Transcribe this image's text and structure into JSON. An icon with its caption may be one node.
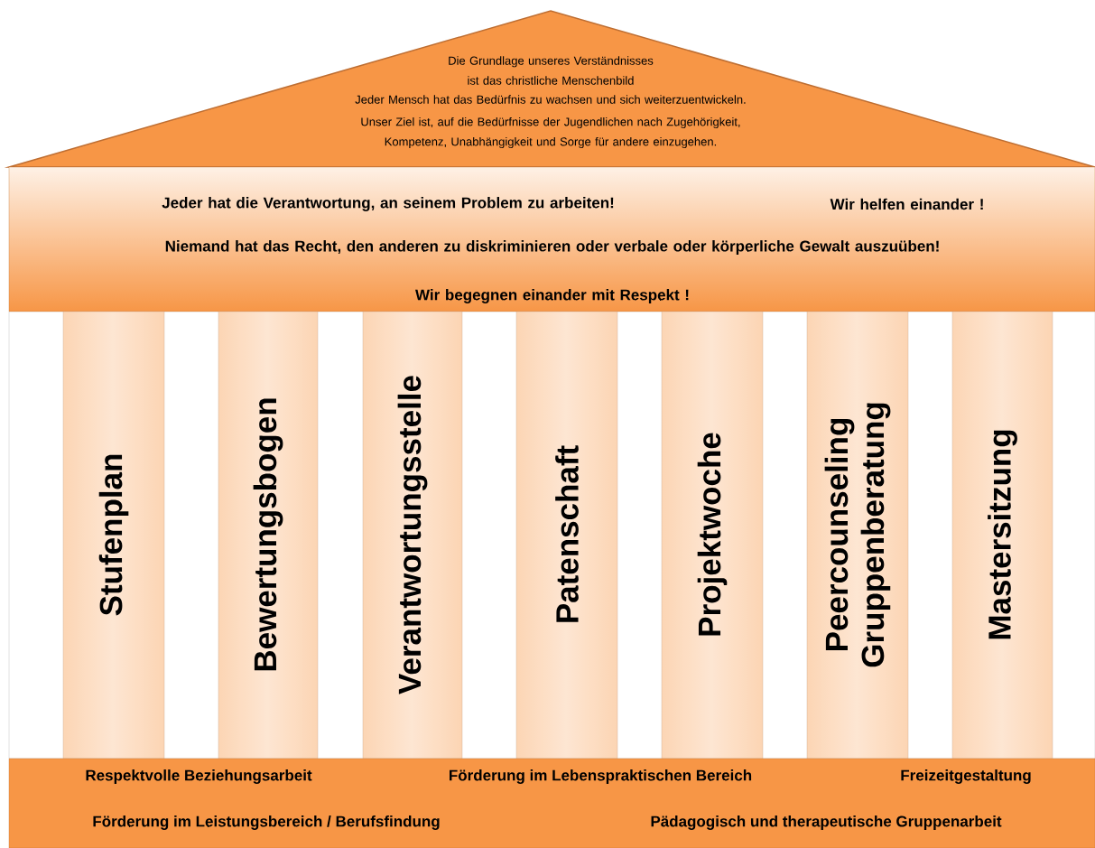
{
  "diagram": {
    "nodes": [
      {
        "text": [
          "Die Grundlage unseres Verständnisses ist das christliche Menschenbild",
          "Jeder Mensch hat das Bedürfnis zu wachsen und sich weiterzuentwickeln.",
          "Unser Ziel ist, auf die Bedürfnisse der Jugendlichen nach Zugehörigkeit, Kompetenz, Unabhängigkeit und Sorge für andere einzugehen."
        ]
      },
      {
        "text": [
          "Jeder hat die Verantwortung, an seinem Problem zu arbeiten!",
          "Wir helfen einander !",
          "Niemand hat das Recht, den anderen zu diskriminieren oder verbale oder körperliche Gewalt auszuüben!",
          "Wir begegnen einander mit Respekt !"
        ]
      },
      {
        "text": [
          "Stufenplan"
        ]
      },
      {
        "text": [
          "Bewertungsbogen"
        ]
      },
      {
        "text": [
          "Verantwortungsstelle"
        ]
      },
      {
        "text": [
          "Patenschaft"
        ]
      },
      {
        "text": [
          "Projektwoche"
        ]
      },
      {
        "text": [
          "Peercounseling",
          "Gruppenberatung"
        ]
      },
      {
        "text": [
          "Mastersitzung"
        ]
      },
      {
        "text": [
          "Respektvolle Beziehungsarbeit",
          "Förderung im Lebenspraktischen Bereich",
          "Freizeitgestaltung",
          "Förderung im Leistungsbereich / Berufsfindung",
          "Pädagogisch und therapeutische Gruppenarbeit"
        ]
      }
    ]
  }
}
